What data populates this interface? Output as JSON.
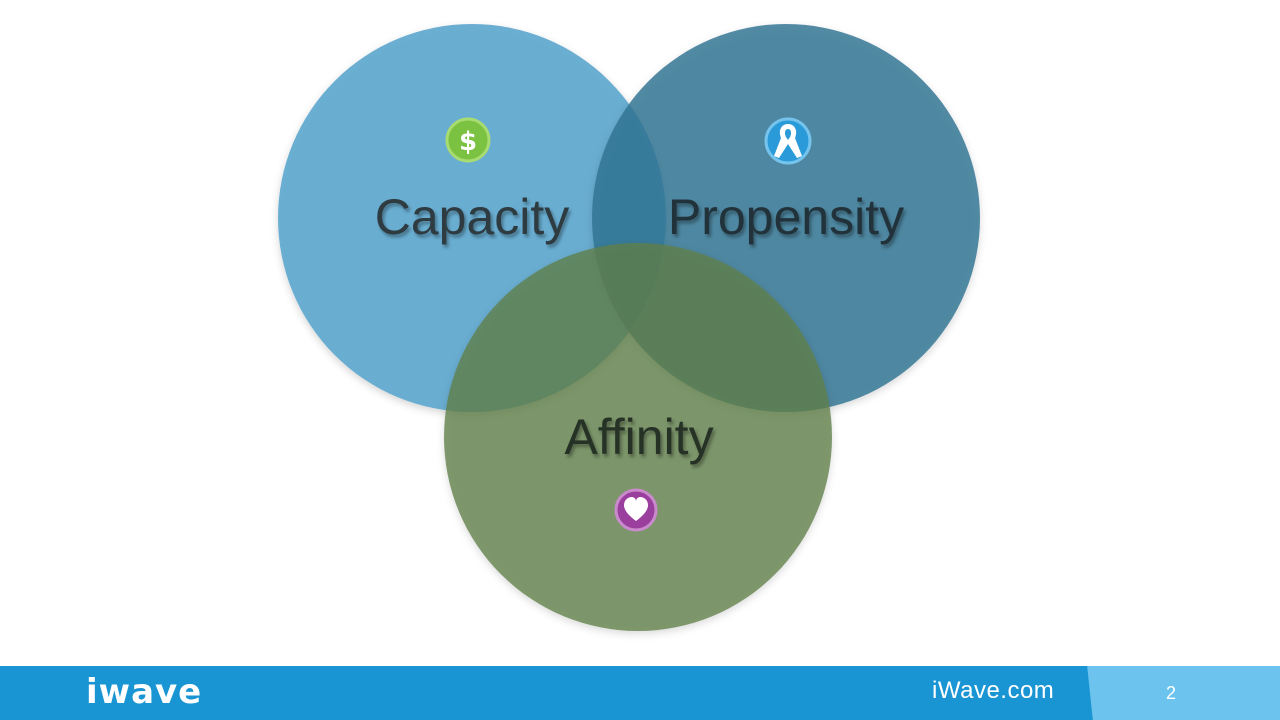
{
  "diagram": {
    "circles": [
      {
        "label": "Capacity",
        "color": "#5fa8cf",
        "icon": "dollar-coin-icon",
        "icon_color": "#7cc242",
        "icon_glyph": "$"
      },
      {
        "label": "Propensity",
        "color": "#3f7f9c",
        "icon": "awareness-ribbon-icon",
        "icon_color": "#2a9bd8"
      },
      {
        "label": "Affinity",
        "color": "#6e8a5c",
        "icon": "heart-icon",
        "icon_color": "#9b3f9f"
      }
    ]
  },
  "footer": {
    "logo_text": "iwave",
    "website": "iWave.com",
    "page_number": "2",
    "bar_color": "#1a95d3",
    "tab_color": "#6cc3ee"
  }
}
